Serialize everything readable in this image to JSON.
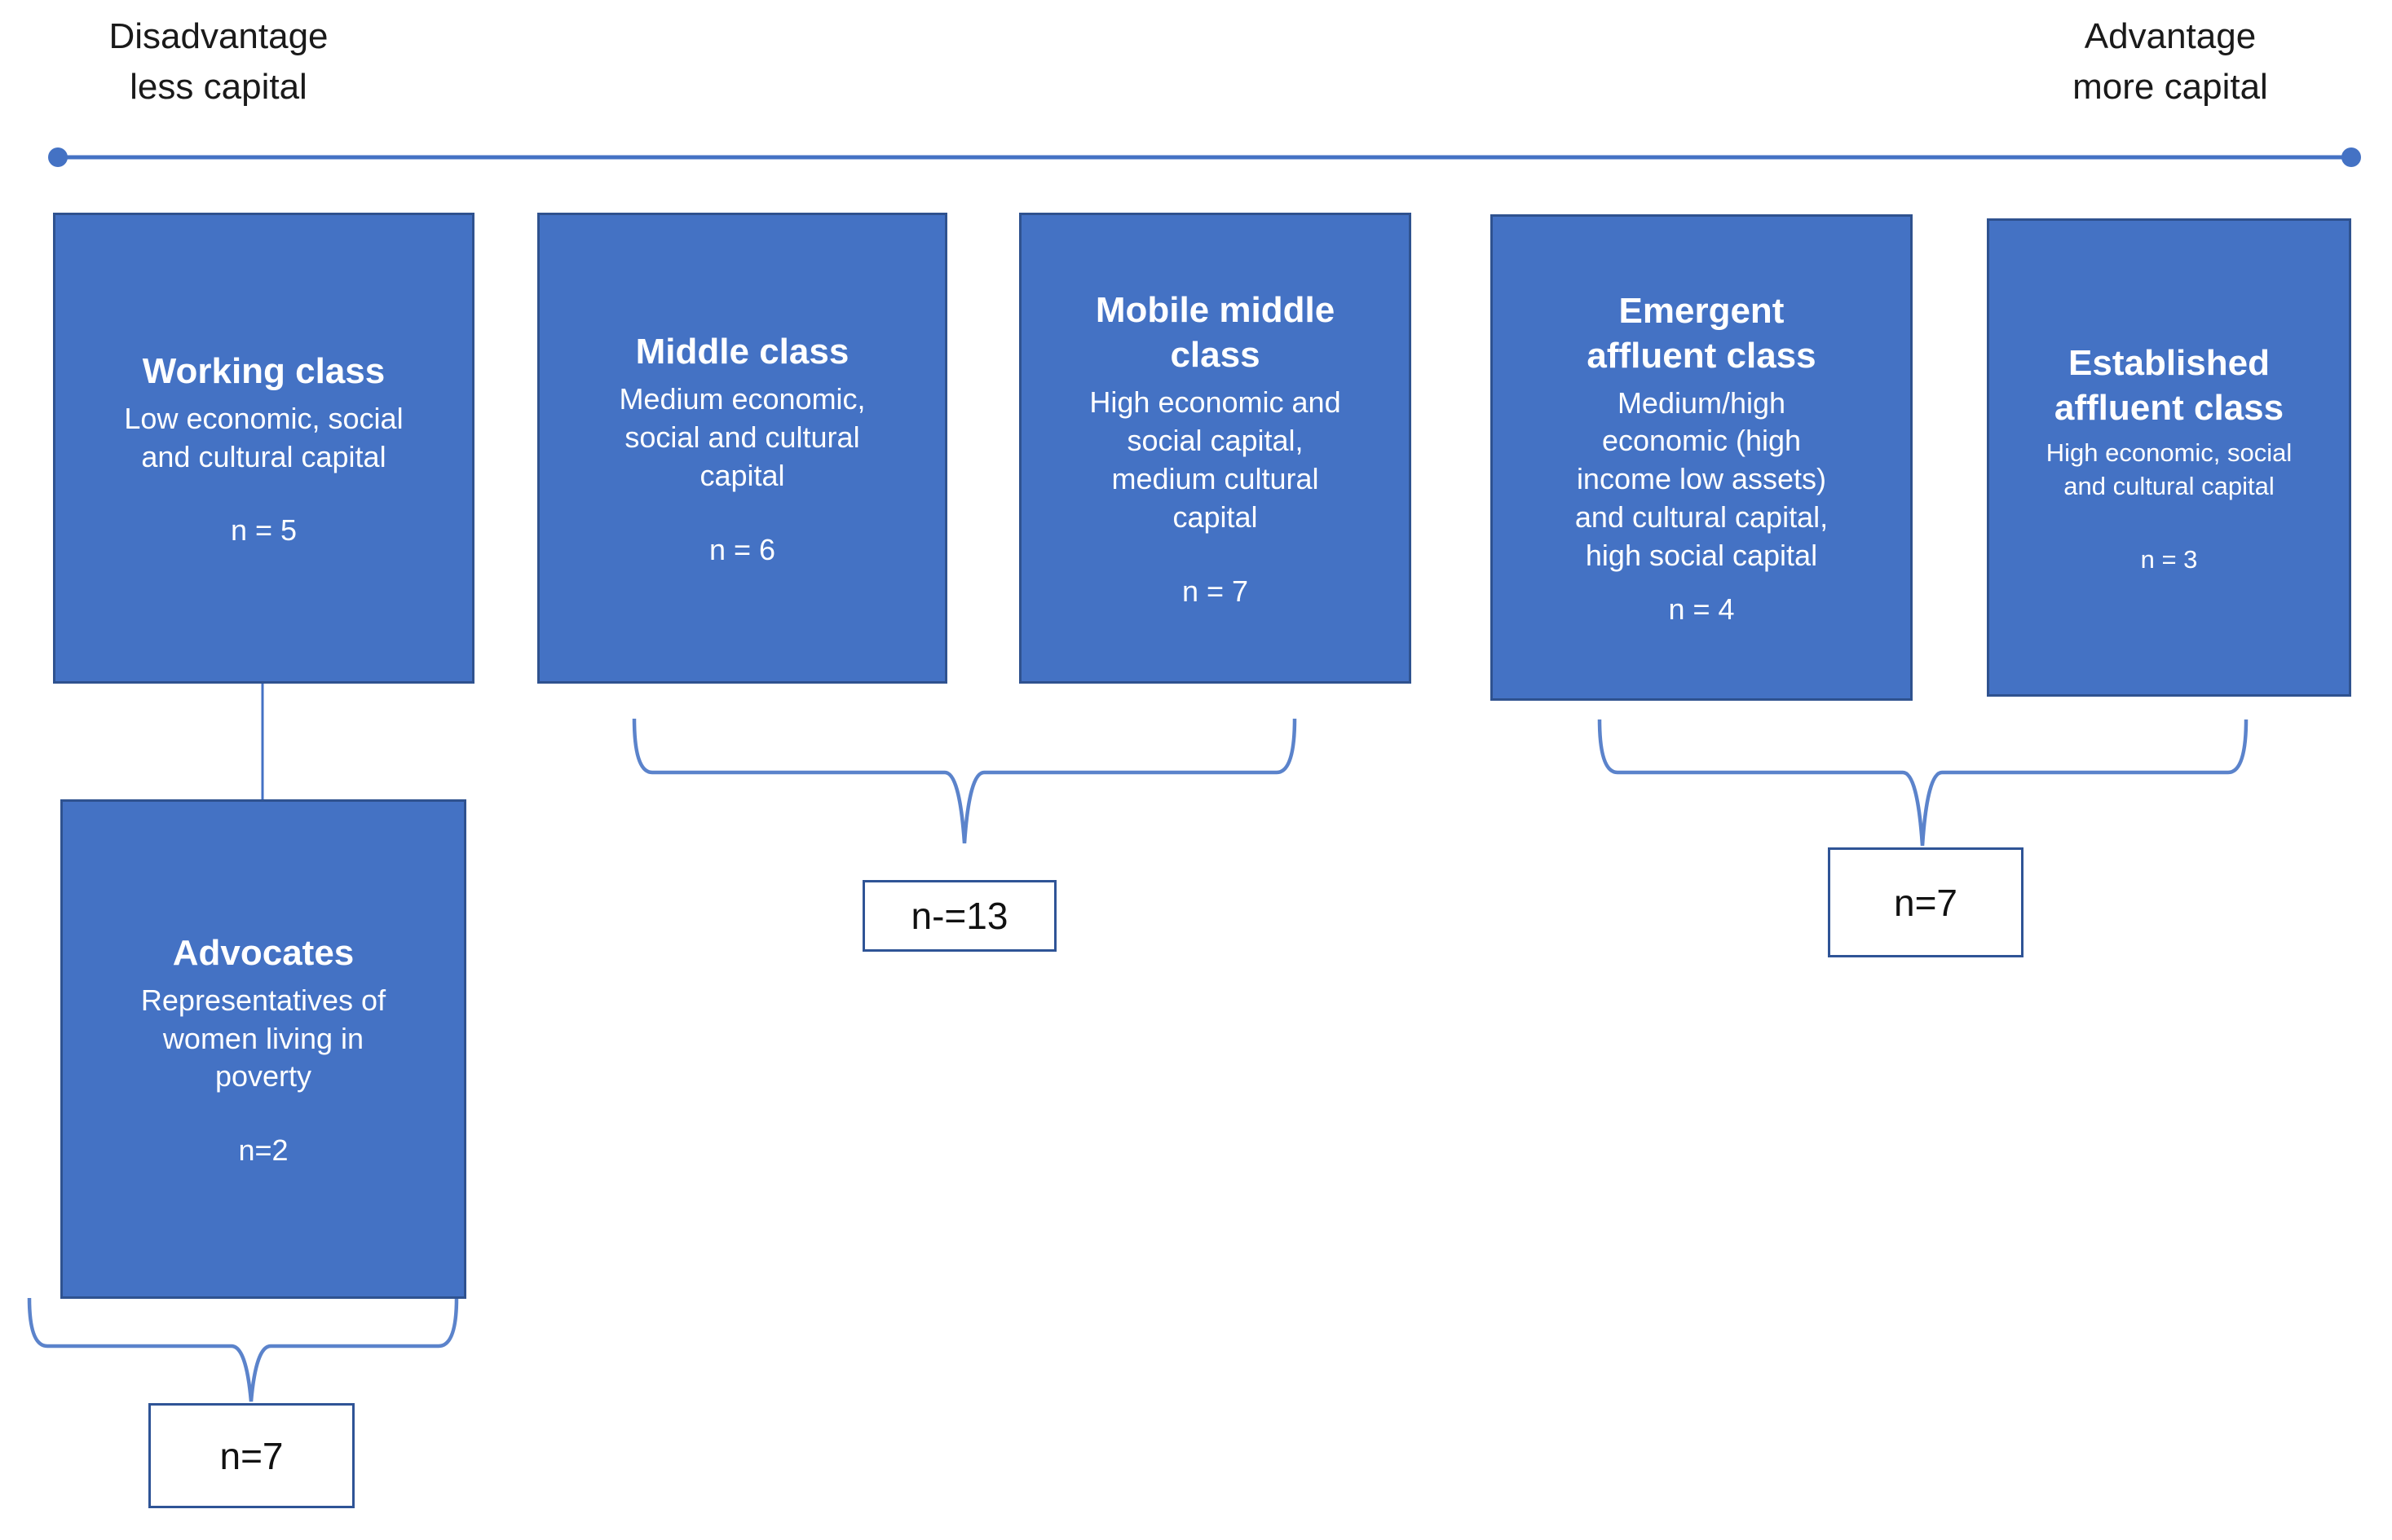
{
  "axis": {
    "left_label": [
      "Disadvantage",
      "less capital"
    ],
    "right_label": [
      "Advantage",
      "more capital"
    ]
  },
  "classes": [
    {
      "title": "Working class",
      "description": "Low economic, social\nand cultural capital",
      "n": "n = 5"
    },
    {
      "title": "Middle class",
      "description": "Medium economic,\nsocial and cultural\ncapital",
      "n": "n = 6"
    },
    {
      "title": "Mobile middle\nclass",
      "description": "High economic and\nsocial capital,\nmedium cultural\ncapital",
      "n": "n = 7"
    },
    {
      "title": "Emergent\naffluent class",
      "description": "Medium/high\neconomic (high\nincome low assets)\nand cultural capital,\nhigh social capital",
      "n": "n = 4"
    },
    {
      "title": "Established\naffluent class",
      "description": "High economic, social\nand cultural capital",
      "n": "n = 3"
    }
  ],
  "advocates": {
    "title": "Advocates",
    "description": "Representatives of\nwomen living in\npoverty",
    "n": "n=2"
  },
  "group_totals": [
    {
      "label": "n=7"
    },
    {
      "label": "n-=13"
    },
    {
      "label": "n=7"
    }
  ],
  "colors": {
    "box_fill": "#4472C4",
    "box_border": "#2F528F",
    "box_text": "#FFFFFF",
    "axis_line": "#4472C4",
    "connector_line": "#4472C4",
    "brace_line": "#5B83CB",
    "n_box_border": "#2F5496",
    "n_box_text": "#111111",
    "heading_text": "#1A1A1A"
  }
}
